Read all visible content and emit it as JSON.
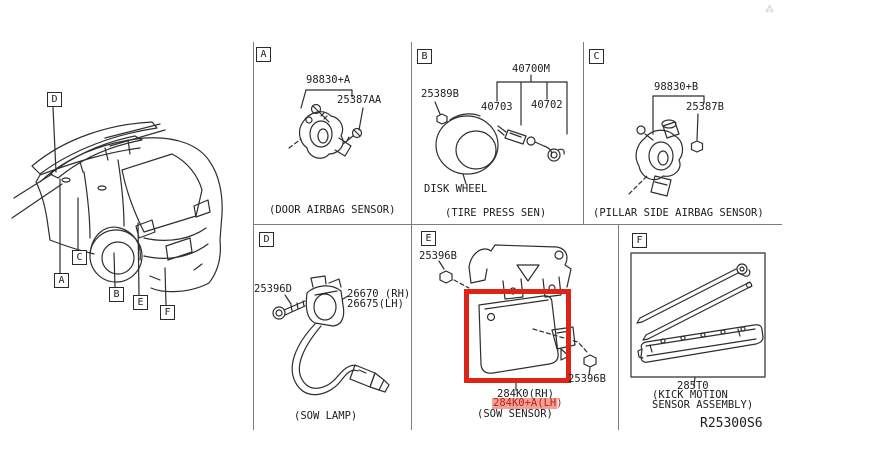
{
  "doc": {
    "ref_code": "R25300S6",
    "corner_mark": "⁂"
  },
  "car": {
    "callouts": [
      "D",
      "C",
      "A",
      "B",
      "E",
      "F"
    ]
  },
  "panel_a": {
    "label": "A",
    "part_98830a": "98830+A",
    "part_25387aa": "25387AA",
    "caption": "(DOOR AIRBAG SENSOR)"
  },
  "panel_b": {
    "label": "B",
    "part_40700m": "40700M",
    "part_25389b": "25389B",
    "part_40703": "40703",
    "part_40702": "40702",
    "annotation_disk_wheel": "DISK WHEEL",
    "caption": "(TIRE PRESS SEN)"
  },
  "panel_c": {
    "label": "C",
    "part_98830b": "98830+B",
    "part_25387b": "25387B",
    "caption": "(PILLAR SIDE AIRBAG SENSOR)"
  },
  "panel_d": {
    "label": "D",
    "part_25396d": "25396D",
    "part_26670_rh": "26670 (RH)",
    "part_26675_lh": "26675(LH)",
    "caption": "(SOW LAMP)"
  },
  "panel_e": {
    "label": "E",
    "part_25396b_top": "25396B",
    "part_284k0_rh": "284K0(RH)",
    "part_284k0_lh": "284K0+A(LH)",
    "part_25396b_right": "25396B",
    "caption": "(SOW SENSOR)"
  },
  "panel_f": {
    "label": "F",
    "part_285t0": "285T0",
    "caption_line1": "(KICK MOTION",
    "caption_line2": "SENSOR ASSEMBLY)"
  },
  "colors": {
    "highlight_box": "#dd2418",
    "highlight_text_bg": "#f3a197",
    "highlight_text": "#bf2014"
  }
}
